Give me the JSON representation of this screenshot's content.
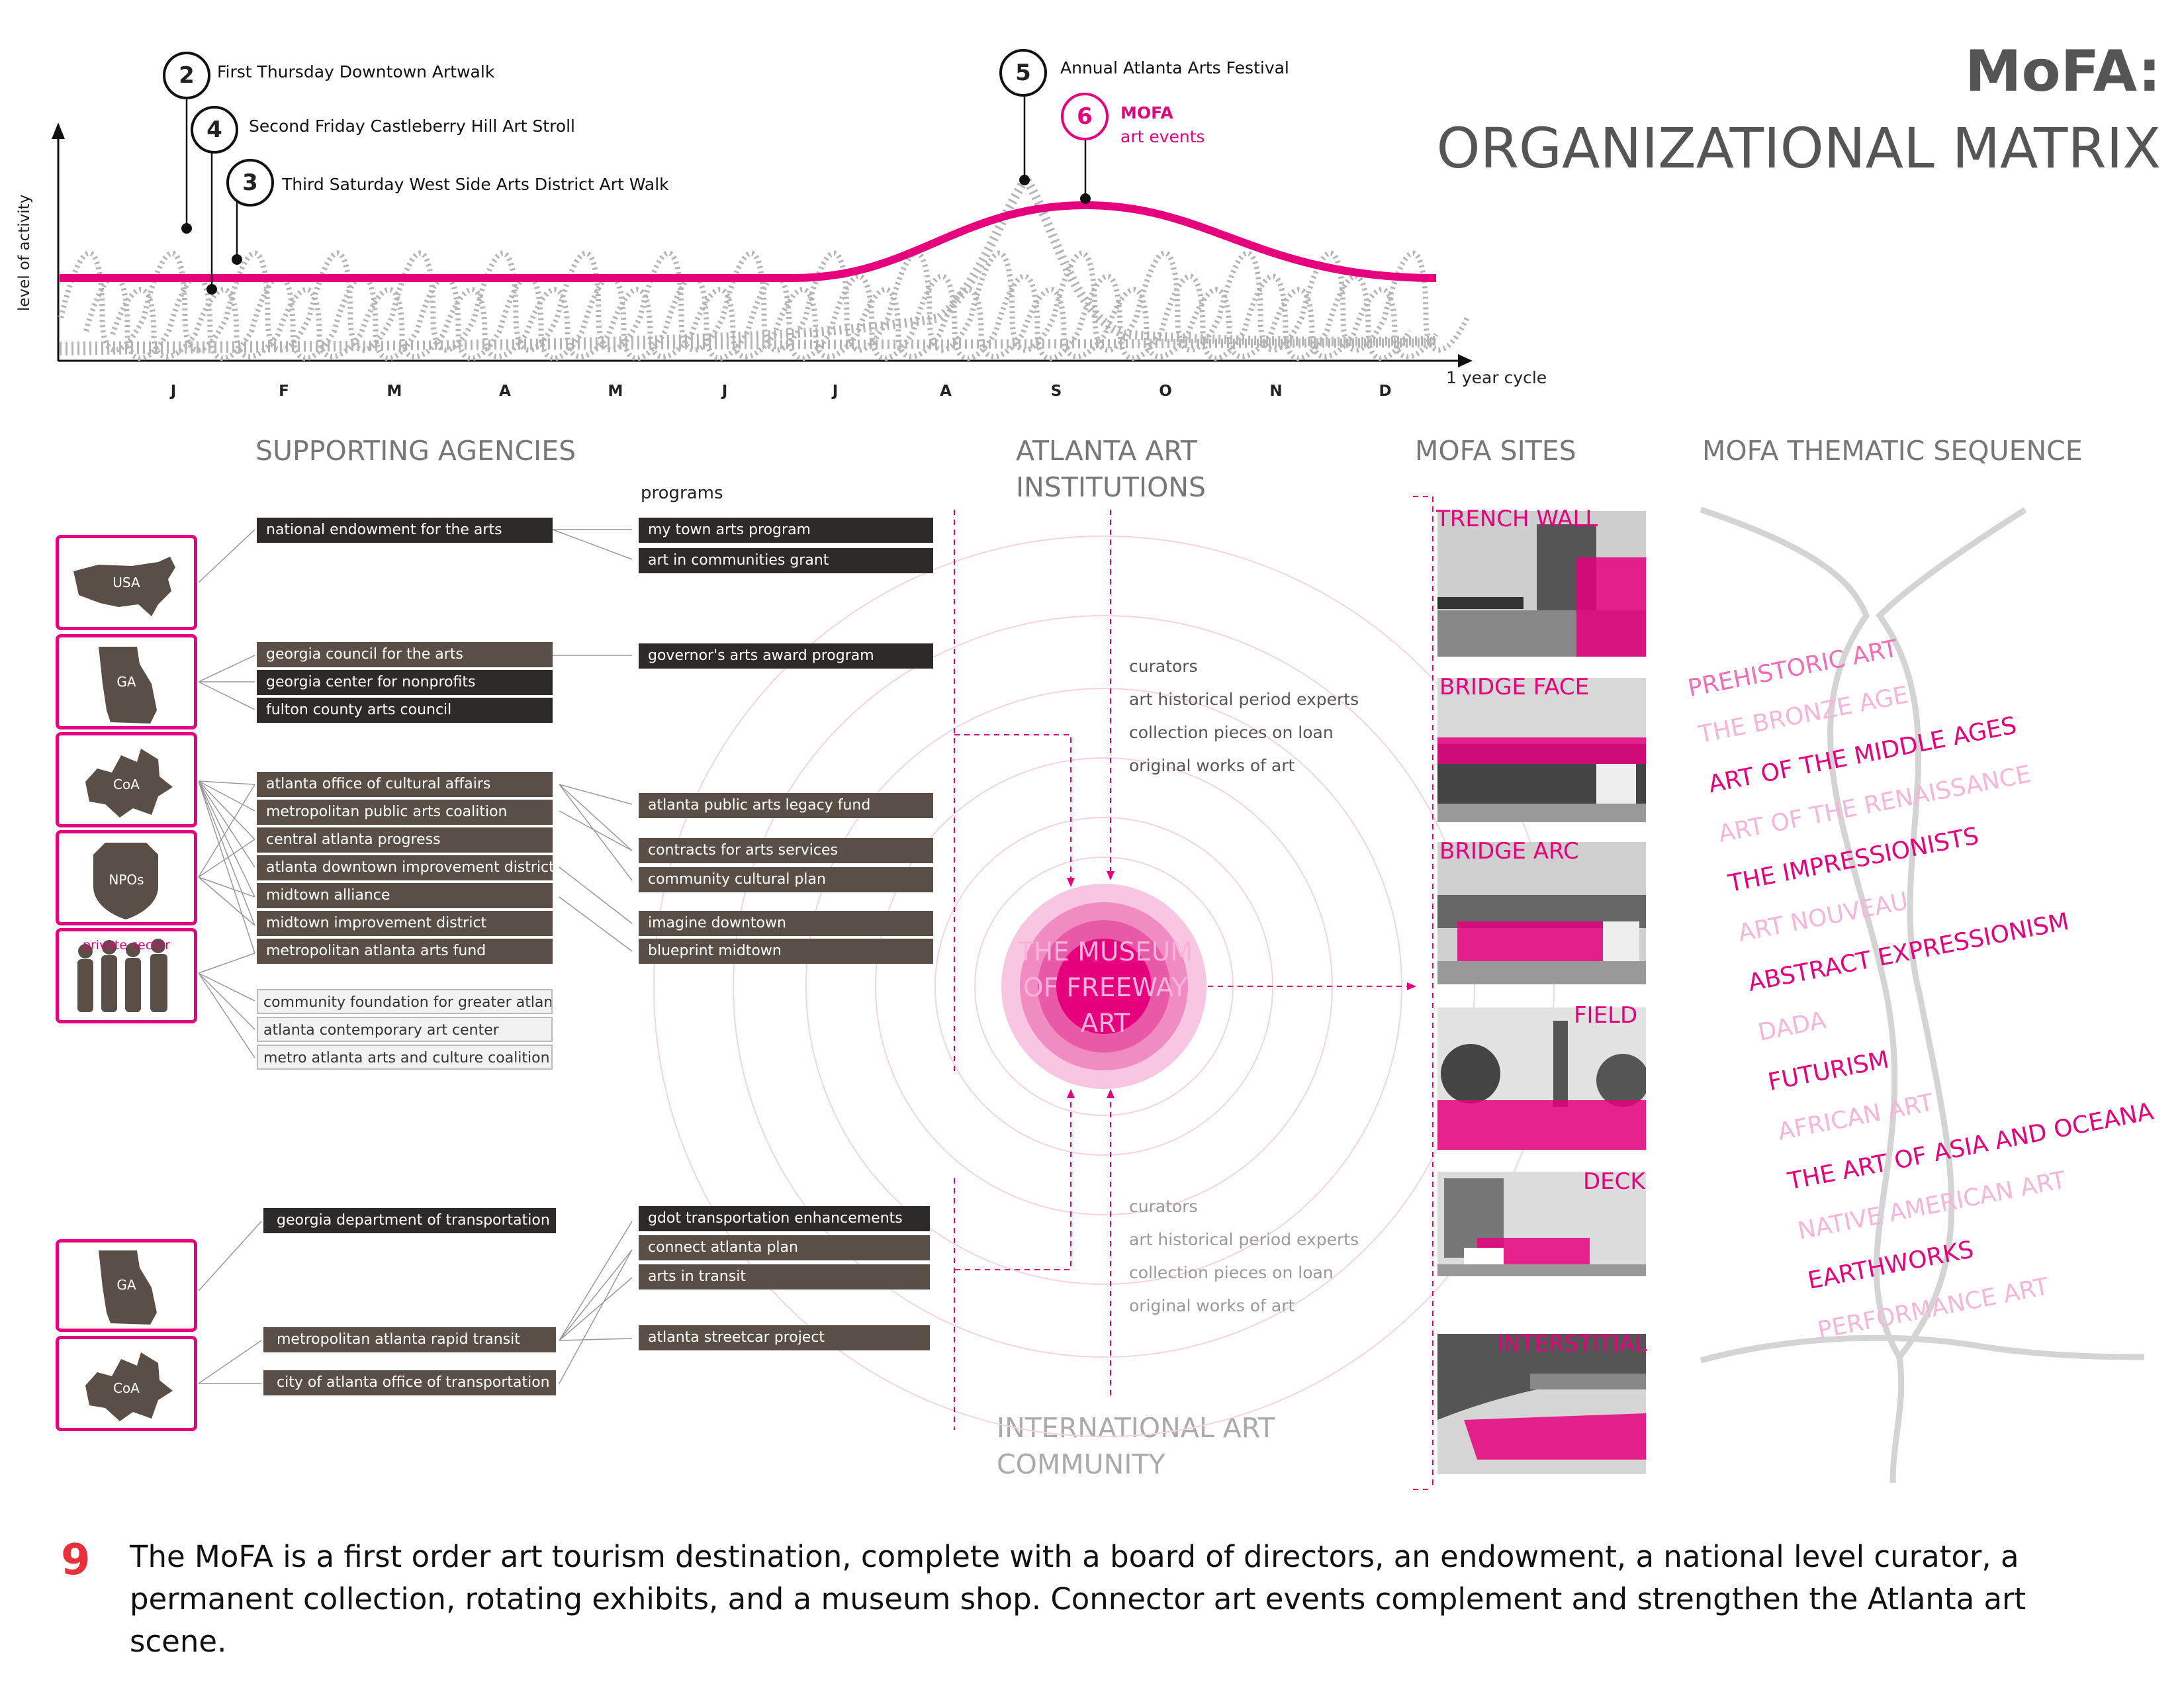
{
  "title": {
    "line1": "MoFA:",
    "line2": "ORGANIZATIONAL MATRIX"
  },
  "timeline": {
    "y_axis_label": "level of activity",
    "x_axis_label": "1 year cycle",
    "months": [
      "J",
      "F",
      "M",
      "A",
      "M",
      "J",
      "J",
      "A",
      "S",
      "O",
      "N",
      "D"
    ],
    "events": [
      {
        "num": "2",
        "label": "First Thursday Downtown Artwalk"
      },
      {
        "num": "4",
        "label": "Second Friday Castleberry Hill Art Stroll"
      },
      {
        "num": "3",
        "label": "Third Saturday West Side Arts District Art Walk"
      },
      {
        "num": "5",
        "label": "Annual Atlanta Arts Festival"
      },
      {
        "num": "6",
        "label": "MOFA",
        "sublabel": "art events"
      }
    ],
    "colors": {
      "mofa": "#e6007e",
      "others": "#aaaaaa"
    }
  },
  "headings": {
    "supporting": "SUPPORTING AGENCIES",
    "programs": "programs",
    "institutions": "ATLANTA ART INSTITUTIONS",
    "sites": "MOFA SITES",
    "thematic": "MOFA THEMATIC SEQUENCE",
    "international": "INTERNATIONAL ART COMMUNITY"
  },
  "entities": [
    "USA",
    "GA",
    "CoA",
    "NPOs",
    "private sector",
    "GA",
    "CoA"
  ],
  "agencies": [
    "national endowment for the arts",
    "georgia council for the arts",
    "georgia center for nonprofits",
    "fulton county arts council",
    "atlanta office of cultural affairs",
    "metropolitan public arts coalition",
    "central atlanta progress",
    "atlanta downtown improvement district",
    "midtown alliance",
    "midtown improvement district",
    "metropolitan atlanta arts fund",
    "community foundation for greater atlanta",
    "atlanta contemporary art center",
    "metro atlanta arts and culture coalition"
  ],
  "programs": [
    "my town arts program",
    "art in communities grant",
    "governor's arts award program",
    "atlanta public arts legacy fund",
    "contracts for arts services",
    "community cultural plan",
    "imagine downtown",
    "blueprint midtown"
  ],
  "transport_agencies": [
    "georgia department of transportation",
    "metropolitan atlanta rapid transit",
    "city of atlanta office of transportation"
  ],
  "transport_programs": [
    "gdot transportation enhancements",
    "connect atlanta plan",
    "arts in transit",
    "atlanta streetcar project"
  ],
  "institution_resources": [
    "curators",
    "art historical period experts",
    "collection pieces on loan",
    "original works of art"
  ],
  "museum": "THE MUSEUM OF FREEWAY ART",
  "sites": [
    "TRENCH WALL",
    "BRIDGE  FACE",
    "BRIDGE  ARC",
    "FIELD",
    "DECK",
    "INTERSTITIAL"
  ],
  "themes": [
    "PREHISTORIC ART",
    "THE BRONZE AGE",
    "ART OF THE MIDDLE AGES",
    "ART OF THE RENAISSANCE",
    "THE IMPRESSIONISTS",
    "ART NOUVEAU",
    "ABSTRACT EXPRESSIONISM",
    "DADA",
    "FUTURISM",
    "AFRICAN ART",
    "THE ART OF ASIA AND OCEANA",
    "NATIVE AMERICAN ART",
    "EARTHWORKS",
    "PERFORMANCE ART"
  ],
  "footer": {
    "number": "9",
    "text": "The MoFA is a first order art tourism destination, complete with a board of directors, an endowment, a national level curator, a permanent collection, rotating exhibits, and a museum shop. Connector art events complement and strengthen the Atlanta art scene."
  }
}
